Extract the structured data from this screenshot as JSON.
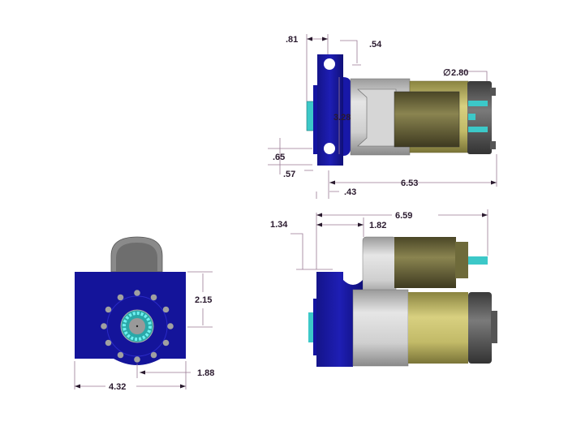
{
  "drawing": {
    "views": {
      "top": {
        "dimensions": {
          "flange_width": ".81",
          "hole_offset": ".54",
          "diameter": "2.80",
          "diameter_symbol": "∅",
          "hole_spacing": "3.28",
          "offset_a": ".65",
          "offset_b": ".57",
          "offset_c": ".43",
          "overall_length": "6.53"
        }
      },
      "side": {
        "dimensions": {
          "solenoid_height": "1.34",
          "solenoid_offset": "1.82",
          "overall_length": "6.59"
        }
      },
      "front": {
        "dimensions": {
          "height": "2.15",
          "center_offset": "1.88",
          "width": "4.32"
        }
      }
    },
    "colors": {
      "flange": "#1a1aa8",
      "housing": "#c4c4c4",
      "motor": "#b8b060",
      "solenoid": "#6e6a3a",
      "cap": "#5a5a5a",
      "gear": "#3cc8c8",
      "dimension_line": "#9a7a94"
    }
  }
}
